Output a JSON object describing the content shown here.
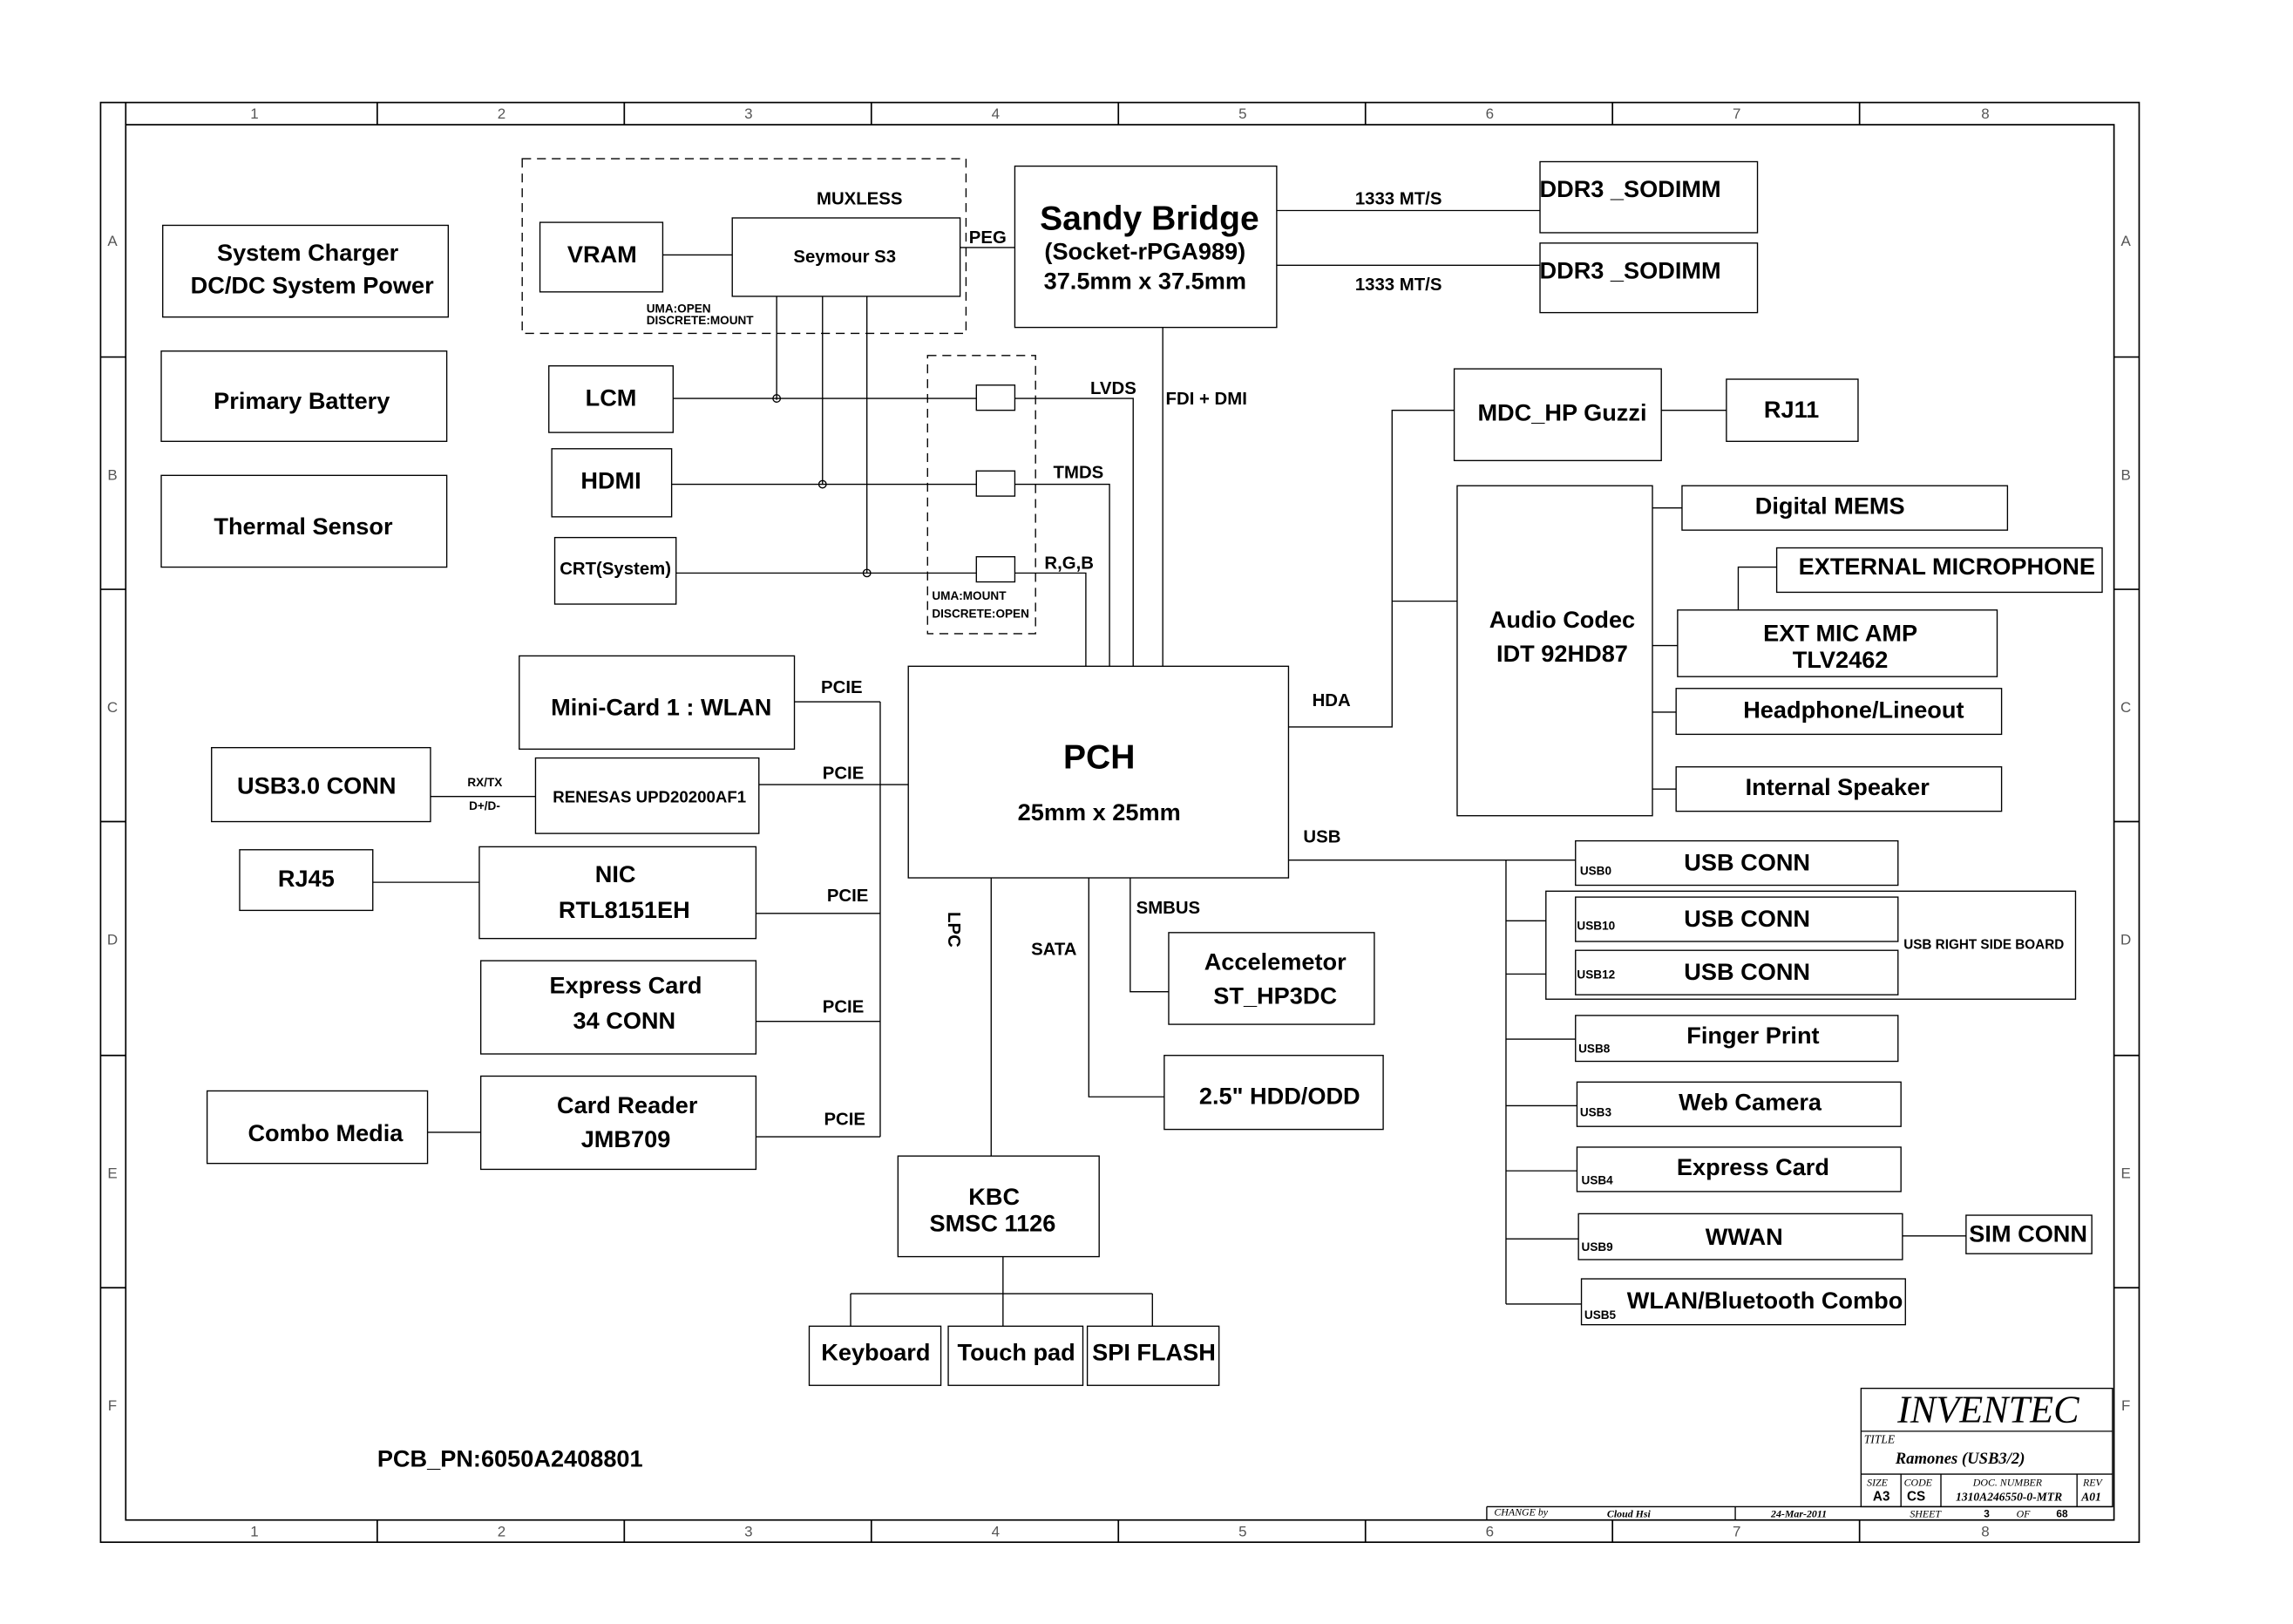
{
  "frame": {
    "col_labels": [
      "1",
      "2",
      "3",
      "4",
      "5",
      "6",
      "7",
      "8"
    ],
    "row_labels": [
      "A",
      "B",
      "C",
      "D",
      "E",
      "F"
    ]
  },
  "blocks": {
    "system_charger": [
      "System Charger",
      "DC/DC System Power"
    ],
    "primary_battery": "Primary Battery",
    "thermal_sensor": "Thermal Sensor",
    "muxless": "MUXLESS",
    "vram": "VRAM",
    "seymour": "Seymour S3",
    "uma_open": "UMA:OPEN",
    "discrete_mount": "DISCRETE:MOUNT",
    "lcm": "LCM",
    "hdmi": "HDMI",
    "crt": "CRT(System)",
    "uma_mount": "UMA:MOUNT",
    "discrete_open": "DISCRETE:OPEN",
    "sandy_bridge": [
      "Sandy Bridge",
      "(Socket-rPGA989)",
      "37.5mm x 37.5mm"
    ],
    "ddr3_1": "DDR3 _SODIMM",
    "ddr3_2": "DDR3 _SODIMM",
    "mdc": "MDC_HP Guzzi",
    "rj11": "RJ11",
    "audio_codec": [
      "Audio Codec",
      "IDT 92HD87"
    ],
    "digital_mems": "Digital MEMS",
    "ext_mic": "EXTERNAL MICROPHONE",
    "ext_mic_amp": [
      "EXT MIC AMP",
      "TLV2462"
    ],
    "headphone": "Headphone/Lineout",
    "internal_speaker": "Internal Speaker",
    "minicard": "Mini-Card 1 : WLAN",
    "usb30_conn": "USB3.0 CONN",
    "renesas": "RENESAS UPD20200AF1",
    "rj45": "RJ45",
    "nic": [
      "NIC",
      "RTL8151EH"
    ],
    "express_card_34": [
      "Express Card",
      "34 CONN"
    ],
    "combo_media": "Combo Media",
    "card_reader": [
      "Card Reader",
      "JMB709"
    ],
    "pch": [
      "PCH",
      "25mm x 25mm"
    ],
    "accelerometer": [
      "Accelemetor",
      "ST_HP3DC"
    ],
    "hdd": "2.5\" HDD/ODD",
    "kbc": [
      "KBC",
      "SMSC 1126"
    ],
    "keyboard": "Keyboard",
    "touchpad": "Touch pad",
    "spi_flash": "SPI FLASH",
    "usb_conn_0": "USB  CONN",
    "usb_conn_10": "USB  CONN",
    "usb_conn_12": "USB  CONN",
    "usb_right_side": "USB RIGHT SIDE BOARD",
    "finger_print": "Finger Print",
    "web_camera": "Web Camera",
    "express_card": "Express Card",
    "wwan": "WWAN",
    "sim_conn": "SIM CONN",
    "wlan_bt": "WLAN/Bluetooth Combo"
  },
  "labels": {
    "mts_1": "1333 MT/S",
    "mts_2": "1333 MT/S",
    "peg": "PEG",
    "fdi_dmi": "FDI + DMI",
    "lvds": "LVDS",
    "tmds": "TMDS",
    "rgb": "R,G,B",
    "hda": "HDA",
    "usb": "USB",
    "smbus": "SMBUS",
    "sata": "SATA",
    "lpc": "LPC",
    "pcie_1": "PCIE",
    "pcie_2": "PCIE",
    "pcie_3": "PCIE",
    "pcie_4": "PCIE",
    "pcie_5": "PCIE",
    "rxtx": "RX/TX",
    "dpdm": "D+/D-",
    "usb0": "USB0",
    "usb10": "USB10",
    "usb12": "USB12",
    "usb8": "USB8",
    "usb3": "USB3",
    "usb4": "USB4",
    "usb9": "USB9",
    "usb5": "USB5",
    "pcb_pn": "PCB_PN:6050A2408801"
  },
  "title_block": {
    "company": "INVENTEC",
    "title_label": "TITLE",
    "title": "Ramones (USB3/2)",
    "size_label": "SIZE",
    "size": "A3",
    "code_label": "CODE",
    "code": "CS",
    "doc_label": "DOC. NUMBER",
    "doc_number": "1310A246550-0-MTR",
    "rev_label": "REV",
    "rev": "A01",
    "change_label": "CHANGE by",
    "change_by": "Cloud Hsi",
    "date": "24-Mar-2011",
    "sheet_label": "SHEET",
    "sheet": "3",
    "of_label": "OF",
    "of": "68"
  }
}
